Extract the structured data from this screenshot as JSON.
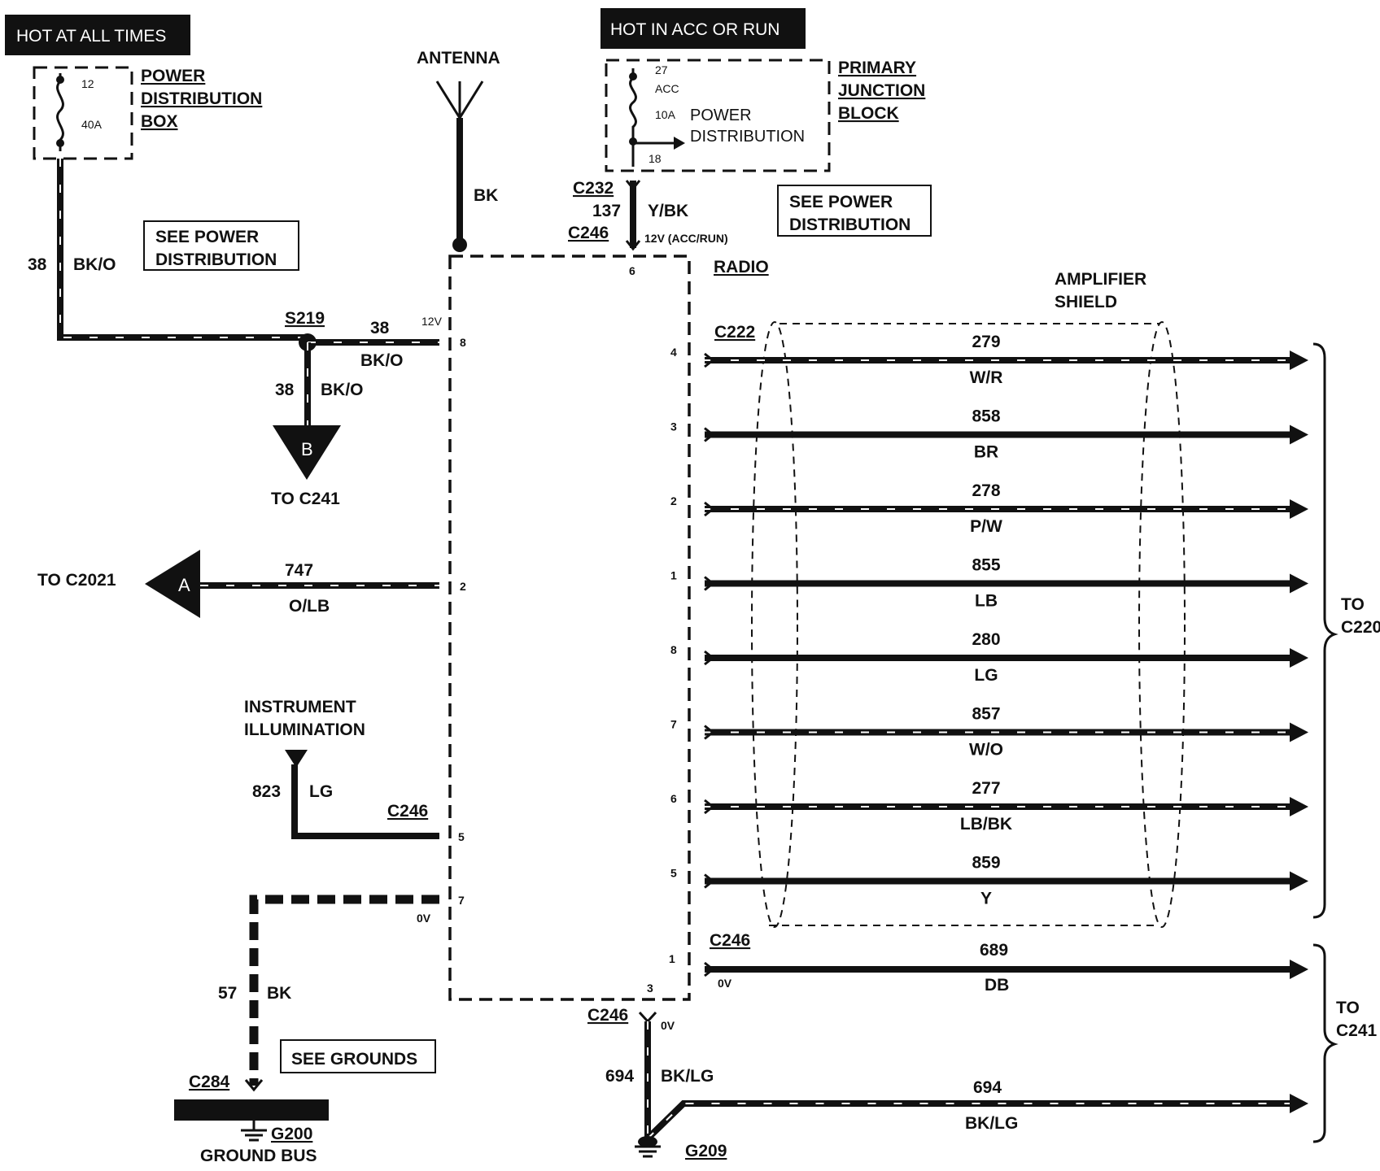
{
  "headers": {
    "hot_always": "HOT AT ALL TIMES",
    "hot_acc_run": "HOT IN ACC OR RUN"
  },
  "power_box": {
    "label_l1": "POWER",
    "label_l2": "DISTRIBUTION",
    "label_l3": "BOX",
    "fuse_num": "12",
    "fuse_amp": "40A"
  },
  "see_power_left": {
    "line1": "SEE POWER",
    "line2": "DISTRIBUTION"
  },
  "wire38": {
    "num": "38",
    "color": "BK/O"
  },
  "splice": {
    "id": "S219",
    "num": "38",
    "color": "BK/O",
    "branch_num": "38",
    "branch_color": "BK/O",
    "v": "12V"
  },
  "conn_b": {
    "letter": "B",
    "to": "TO C241"
  },
  "conn_a": {
    "letter": "A",
    "to": "TO C2021",
    "num": "747",
    "color": "O/LB"
  },
  "antenna": {
    "label": "ANTENNA",
    "color": "BK"
  },
  "junction": {
    "label_l1": "PRIMARY",
    "label_l2": "JUNCTION",
    "label_l3": "BLOCK",
    "pd_l1": "POWER",
    "pd_l2": "DISTRIBUTION",
    "fuse_num": "27",
    "acc": "ACC",
    "fuse_amp": "10A",
    "pin": "18"
  },
  "see_power_right": {
    "line1": "SEE POWER",
    "line2": "DISTRIBUTION"
  },
  "feed137": {
    "c1": "C232",
    "num": "137",
    "color": "Y/BK",
    "c2": "C246",
    "note": "12V (ACC/RUN)"
  },
  "radio": {
    "label": "RADIO",
    "pin_top": "6",
    "pin8": "8",
    "pin2": "2",
    "pin5": "5",
    "pin7": "7",
    "pin_bottom": "3"
  },
  "illum": {
    "l1": "INSTRUMENT",
    "l2": "ILLUMINATION",
    "num": "823",
    "color": "LG",
    "conn": "C246"
  },
  "ground57": {
    "num": "57",
    "color": "BK",
    "v": "0V",
    "conn": "C284",
    "see": "SEE GROUNDS",
    "g": "G200",
    "bus": "GROUND BUS"
  },
  "amp_shield": {
    "l1": "AMPLIFIER",
    "l2": "SHIELD",
    "conn": "C222"
  },
  "speaker_wires": [
    {
      "pin": "4",
      "num": "279",
      "color": "W/R",
      "striped": true
    },
    {
      "pin": "3",
      "num": "858",
      "color": "BR",
      "striped": false
    },
    {
      "pin": "2",
      "num": "278",
      "color": "P/W",
      "striped": true
    },
    {
      "pin": "1",
      "num": "855",
      "color": "LB",
      "striped": false
    },
    {
      "pin": "8",
      "num": "280",
      "color": "LG",
      "striped": false
    },
    {
      "pin": "7",
      "num": "857",
      "color": "W/O",
      "striped": true
    },
    {
      "pin": "6",
      "num": "277",
      "color": "LB/BK",
      "striped": true
    },
    {
      "pin": "5",
      "num": "859",
      "color": "Y",
      "striped": false
    }
  ],
  "to_c220": {
    "l1": "TO",
    "l2": "C220"
  },
  "wire689": {
    "conn": "C246",
    "pin": "1",
    "v": "0V",
    "num": "689",
    "color": "DB"
  },
  "wire694": {
    "conn": "C246",
    "v": "0V",
    "num": "694",
    "color": "BK/LG",
    "g": "G209",
    "num2": "694",
    "color2": "BK/LG"
  },
  "to_c241": {
    "l1": "TO",
    "l2": "C241"
  }
}
